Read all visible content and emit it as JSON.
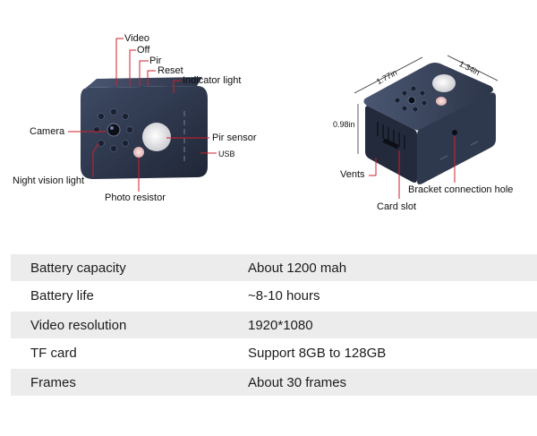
{
  "colors": {
    "body_dark": "#2a3346",
    "body_mid": "#3b4660",
    "callout_line": "#d21f2b",
    "row_shade": "#ececec"
  },
  "diagram": {
    "front_labels": {
      "video": "Video",
      "off": "Off",
      "pir": "Pir",
      "reset": "Reset",
      "indicator_light": "Indicator light",
      "camera": "Camera",
      "pir_sensor": "Pir sensor",
      "usb": "USB",
      "night_vision_light": "Night vision light",
      "photo_resistor": "Photo resistor"
    },
    "side_labels": {
      "width": "1.77in",
      "depth": "1.34in",
      "height": "0.98in",
      "vents": "Vents",
      "bracket_hole": "Bracket connection hole",
      "card_slot": "Card slot"
    }
  },
  "specs": [
    {
      "label": "Battery capacity",
      "value": "About 1200 mah"
    },
    {
      "label": "Battery life",
      "value": "~8-10 hours"
    },
    {
      "label": "Video resolution",
      "value": "1920*1080"
    },
    {
      "label": "TF card",
      "value": "Support 8GB to 128GB"
    },
    {
      "label": "Frames",
      "value": "About 30 frames"
    }
  ]
}
